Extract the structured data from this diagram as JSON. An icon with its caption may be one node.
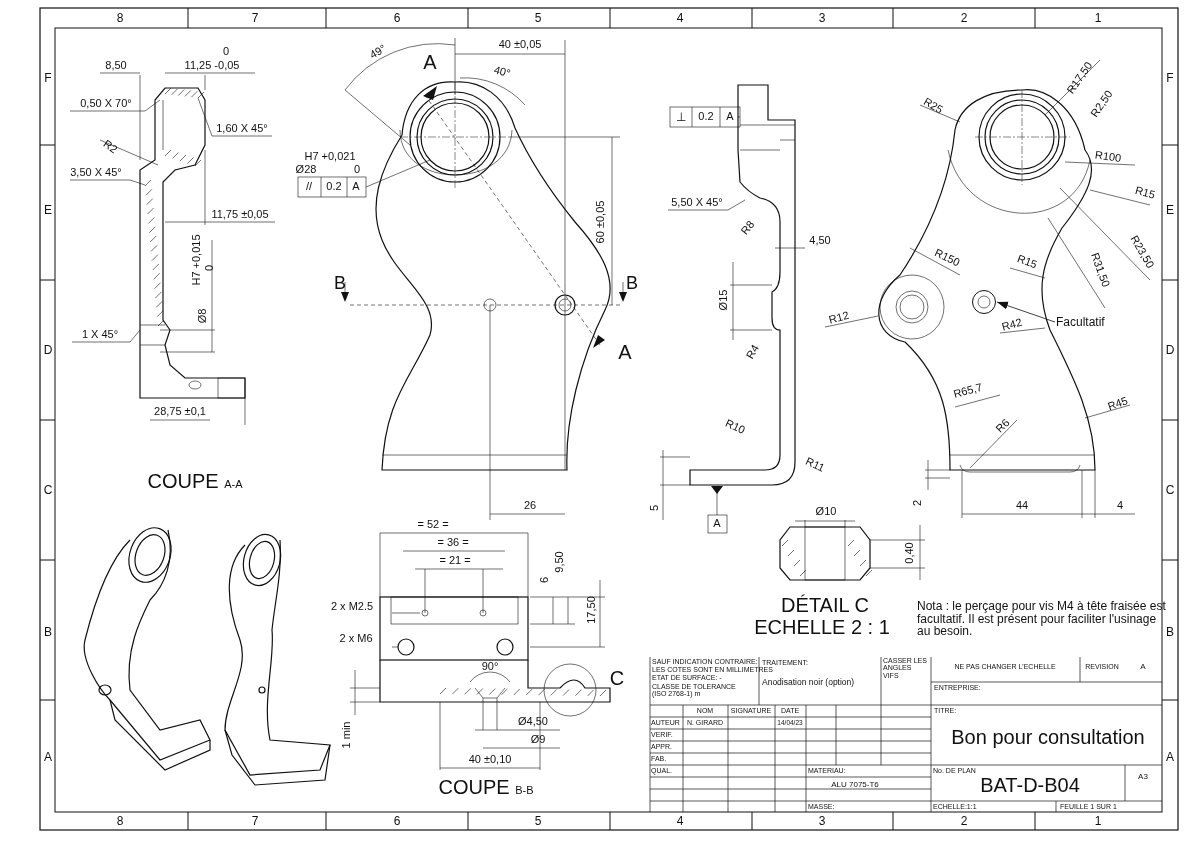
{
  "diagram": {
    "nodes": [
      {
        "text": [
          "Facultatif"
        ]
      },
      {
        "text": [],
        "shape": "circle"
      }
    ],
    "edges": [
      {
        "from": 0,
        "to": 1,
        "arrow": "to"
      }
    ],
    "labels": [
      "8",
      "7",
      "6",
      "5",
      "4",
      "3",
      "2",
      "1",
      "F",
      "F",
      "E",
      "E",
      "D",
      "D",
      "C",
      "C",
      "B",
      "B",
      "A",
      "A",
      "8,50",
      "0",
      "11,25 -0,05",
      "49°",
      "40 ±0,05",
      "A",
      "40°",
      "⊥",
      "0.2",
      "A",
      "0,50 X 70°",
      "1,60 X 45°",
      "R2",
      "H7 +0,021",
      "Ø28",
      "0",
      "//",
      "0.2",
      "A",
      "3,50 X 45°",
      "5,50 X 45°",
      "R8",
      "11,75 ±0,05",
      "60 ±0,05",
      "4,50",
      "H7 +0,015",
      "0",
      "Ø8",
      "B",
      "B",
      "Ø15",
      "1 X 45°",
      "A",
      "R4",
      "28,75 ±0,1",
      "R10",
      "R11",
      "COUPE $_{A-A}$",
      "26",
      "5",
      "A",
      "R17,50",
      "R25",
      "R2,50",
      "R100",
      "R15",
      "R23,50",
      "R150",
      "R15",
      "R31,50",
      "R12",
      "R42",
      "R65,7",
      "R45",
      "R6",
      "2",
      "44",
      "4",
      "Ø10",
      "0,40",
      "DÉTAIL C",
      "ECHELLE 2 : 1",
      "= 52 =",
      "= 36 =",
      "= 21 =",
      "6",
      "9,50",
      "17,50",
      "2 x M2.5",
      "2 x M6",
      "Nota : le perçage pour vis M4 à tête fraisée est facultatif. Il est présent pour faciliter l'usinage au besoin.",
      "90°",
      "C",
      "1 min",
      "Ø4,50",
      "Ø9",
      "40 ±0,10",
      "COUPE $_{B-B}$",
      "SAUF INDICATION CONTRAIRE:",
      "LES COTES SONT EN MILLIMETRES",
      "ETAT DE SURFACE: -",
      "CLASSE DE TOLERANCE (ISO 2768-1) m",
      "TRAITEMENT:",
      "Anodisation noir (option)",
      "CASSER LES ANGLES VIFS",
      "NE PAS CHANGER L'ECHELLE",
      "REVISION",
      "A",
      "ENTREPRISE:",
      "NOM",
      "SIGNATURE",
      "DATE",
      "TITRE:",
      "AUTEUR",
      "N. GIRARD",
      "14/04/23",
      "Bon pour consultation",
      "VERIF.",
      "APPR.",
      "FAB.",
      "QUAL.",
      "MATERIAU:",
      "No. DE PLAN",
      "ALU 7075-T6",
      "BAT-D-B04",
      "A3",
      "MASSE:",
      "ECHELLE:1:1",
      "FEUILLE 1 SUR 1",
      "8",
      "7",
      "6",
      "5",
      "4",
      "3",
      "2",
      "1"
    ]
  }
}
